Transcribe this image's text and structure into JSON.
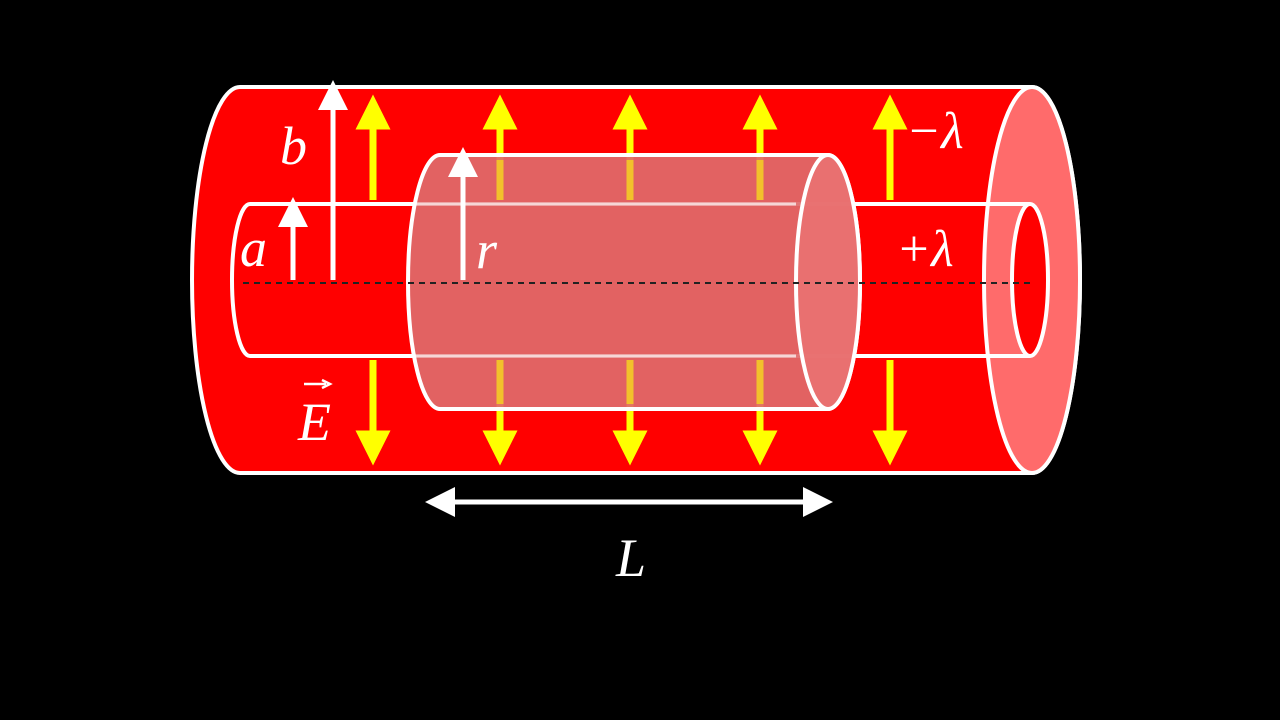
{
  "colors": {
    "background": "#000000",
    "outer_cylinder": "#ff0000",
    "outer_end_face": "#ff6b6b",
    "gaussian_surface": "#e06a6a",
    "field_arrow": "#ffff00",
    "outline": "#ffffff"
  },
  "labels": {
    "outer_radius": "b",
    "inner_radius": "a",
    "gaussian_radius": "r",
    "outer_charge": "−λ",
    "inner_charge": "+λ",
    "field_name": "E",
    "length": "L"
  },
  "icons": {
    "field_vector_arrow": "vector-arrow-icon",
    "radius_arrow": "up-arrow-icon",
    "length_arrow": "double-arrow-icon"
  }
}
